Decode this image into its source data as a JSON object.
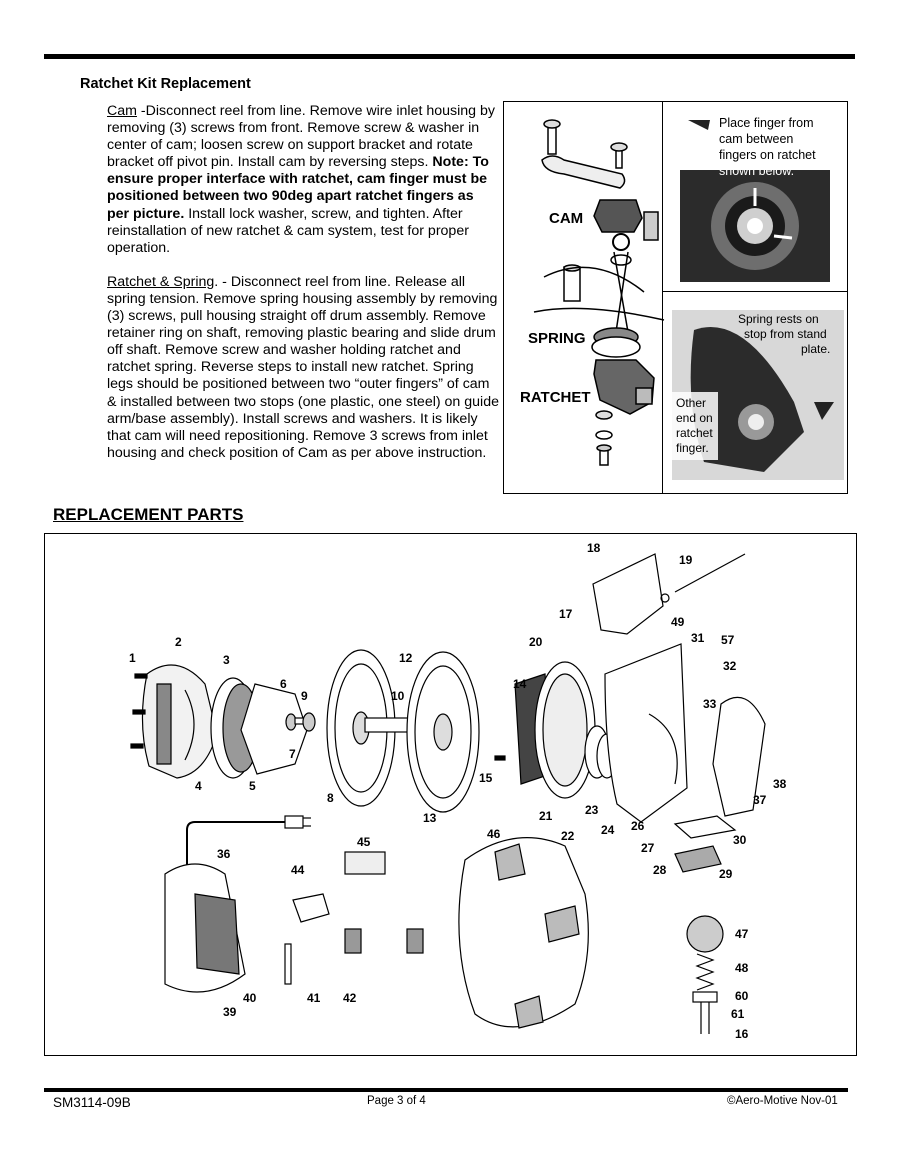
{
  "section_title": "Ratchet Kit Replacement",
  "cam_paragraph": {
    "title": "Cam",
    "text1": " -Disconnect reel from line. Remove wire inlet housing by removing (3) screws from front. Remove screw & washer in center of cam; loosen screw on support bracket and rotate bracket off pivot pin. Install cam by reversing steps. ",
    "note": "Note: To ensure proper interface with ratchet, cam finger must be positioned between two 90deg apart ratchet fingers as per picture.",
    "text2": "  Install lock washer, screw, and tighten. After reinstallation of new ratchet & cam system, test for proper operation."
  },
  "ratchet_paragraph": {
    "title": "Ratchet  & Spring",
    "text": ". - Disconnect reel from line. Release all spring tension. Remove spring housing assembly by removing (3) screws, pull housing straight off drum assembly. Remove retainer ring on shaft, removing plastic bearing and slide drum off shaft. Remove screw and washer holding ratchet and ratchet spring. Reverse steps to install new ratchet. Spring legs should be positioned between two “outer fingers” of cam & installed between two stops (one plastic, one steel) on guide arm/base assembly). Install screws and washers. It is likely that cam will need repositioning. Remove 3 screws from inlet housing and check position of Cam as per above instruction."
  },
  "figure": {
    "labels": {
      "cam": "CAM",
      "spring": "SPRING",
      "ratchet": "RATCHET"
    },
    "photo1_caption": [
      "Place finger from",
      "cam between",
      "fingers on ratchet",
      "shown below."
    ],
    "photo2_caption": [
      "Spring rests on",
      "stop from stand",
      "plate."
    ],
    "photo2_caption2": [
      "Other",
      "end on",
      "ratchet",
      "finger."
    ]
  },
  "replacement_heading": "REPLACEMENT PARTS",
  "part_numbers": [
    "1",
    "2",
    "3",
    "4",
    "5",
    "6",
    "7",
    "8",
    "9",
    "10",
    "12",
    "13",
    "14",
    "15",
    "16",
    "17",
    "18",
    "19",
    "20",
    "21",
    "22",
    "23",
    "24",
    "26",
    "27",
    "28",
    "29",
    "30",
    "31",
    "32",
    "33",
    "36",
    "37",
    "38",
    "39",
    "40",
    "41",
    "42",
    "44",
    "45",
    "46",
    "47",
    "48",
    "49",
    "57",
    "60",
    "61"
  ],
  "footer": {
    "doc_number": "SM3114-09B",
    "page": "Page 3 of 4",
    "copyright": "©Aero-Motive Nov-01"
  },
  "colors": {
    "text": "#000000",
    "photo_dark": "#2b2b2b",
    "photo_mid": "#8a8a8a"
  }
}
